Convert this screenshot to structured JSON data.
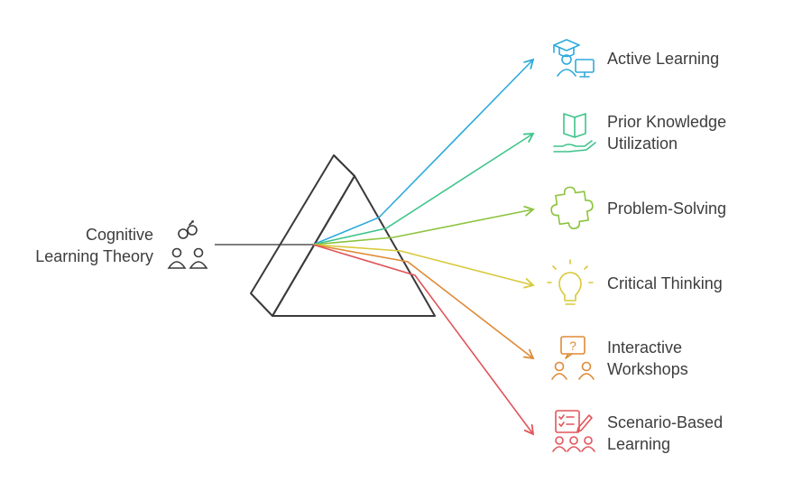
{
  "source": {
    "lines": [
      "Cognitive",
      "Learning Theory"
    ],
    "icon": "people-connection-icon"
  },
  "outputs": [
    {
      "lines": [
        "Active Learning"
      ],
      "icon": "graduate-computer-icon",
      "color": "#2eaadc"
    },
    {
      "lines": [
        "Prior Knowledge",
        "Utilization"
      ],
      "icon": "hand-book-icon",
      "color": "#3ec48a"
    },
    {
      "lines": [
        "Problem-Solving"
      ],
      "icon": "puzzle-icon",
      "color": "#8cc43e"
    },
    {
      "lines": [
        "Critical Thinking"
      ],
      "icon": "lightbulb-icon",
      "color": "#d8c93a"
    },
    {
      "lines": [
        "Interactive",
        "Workshops"
      ],
      "icon": "people-question-icon",
      "color": "#e08a35"
    },
    {
      "lines": [
        "Scenario-Based",
        "Learning"
      ],
      "icon": "checklist-group-icon",
      "color": "#e0555a"
    }
  ]
}
